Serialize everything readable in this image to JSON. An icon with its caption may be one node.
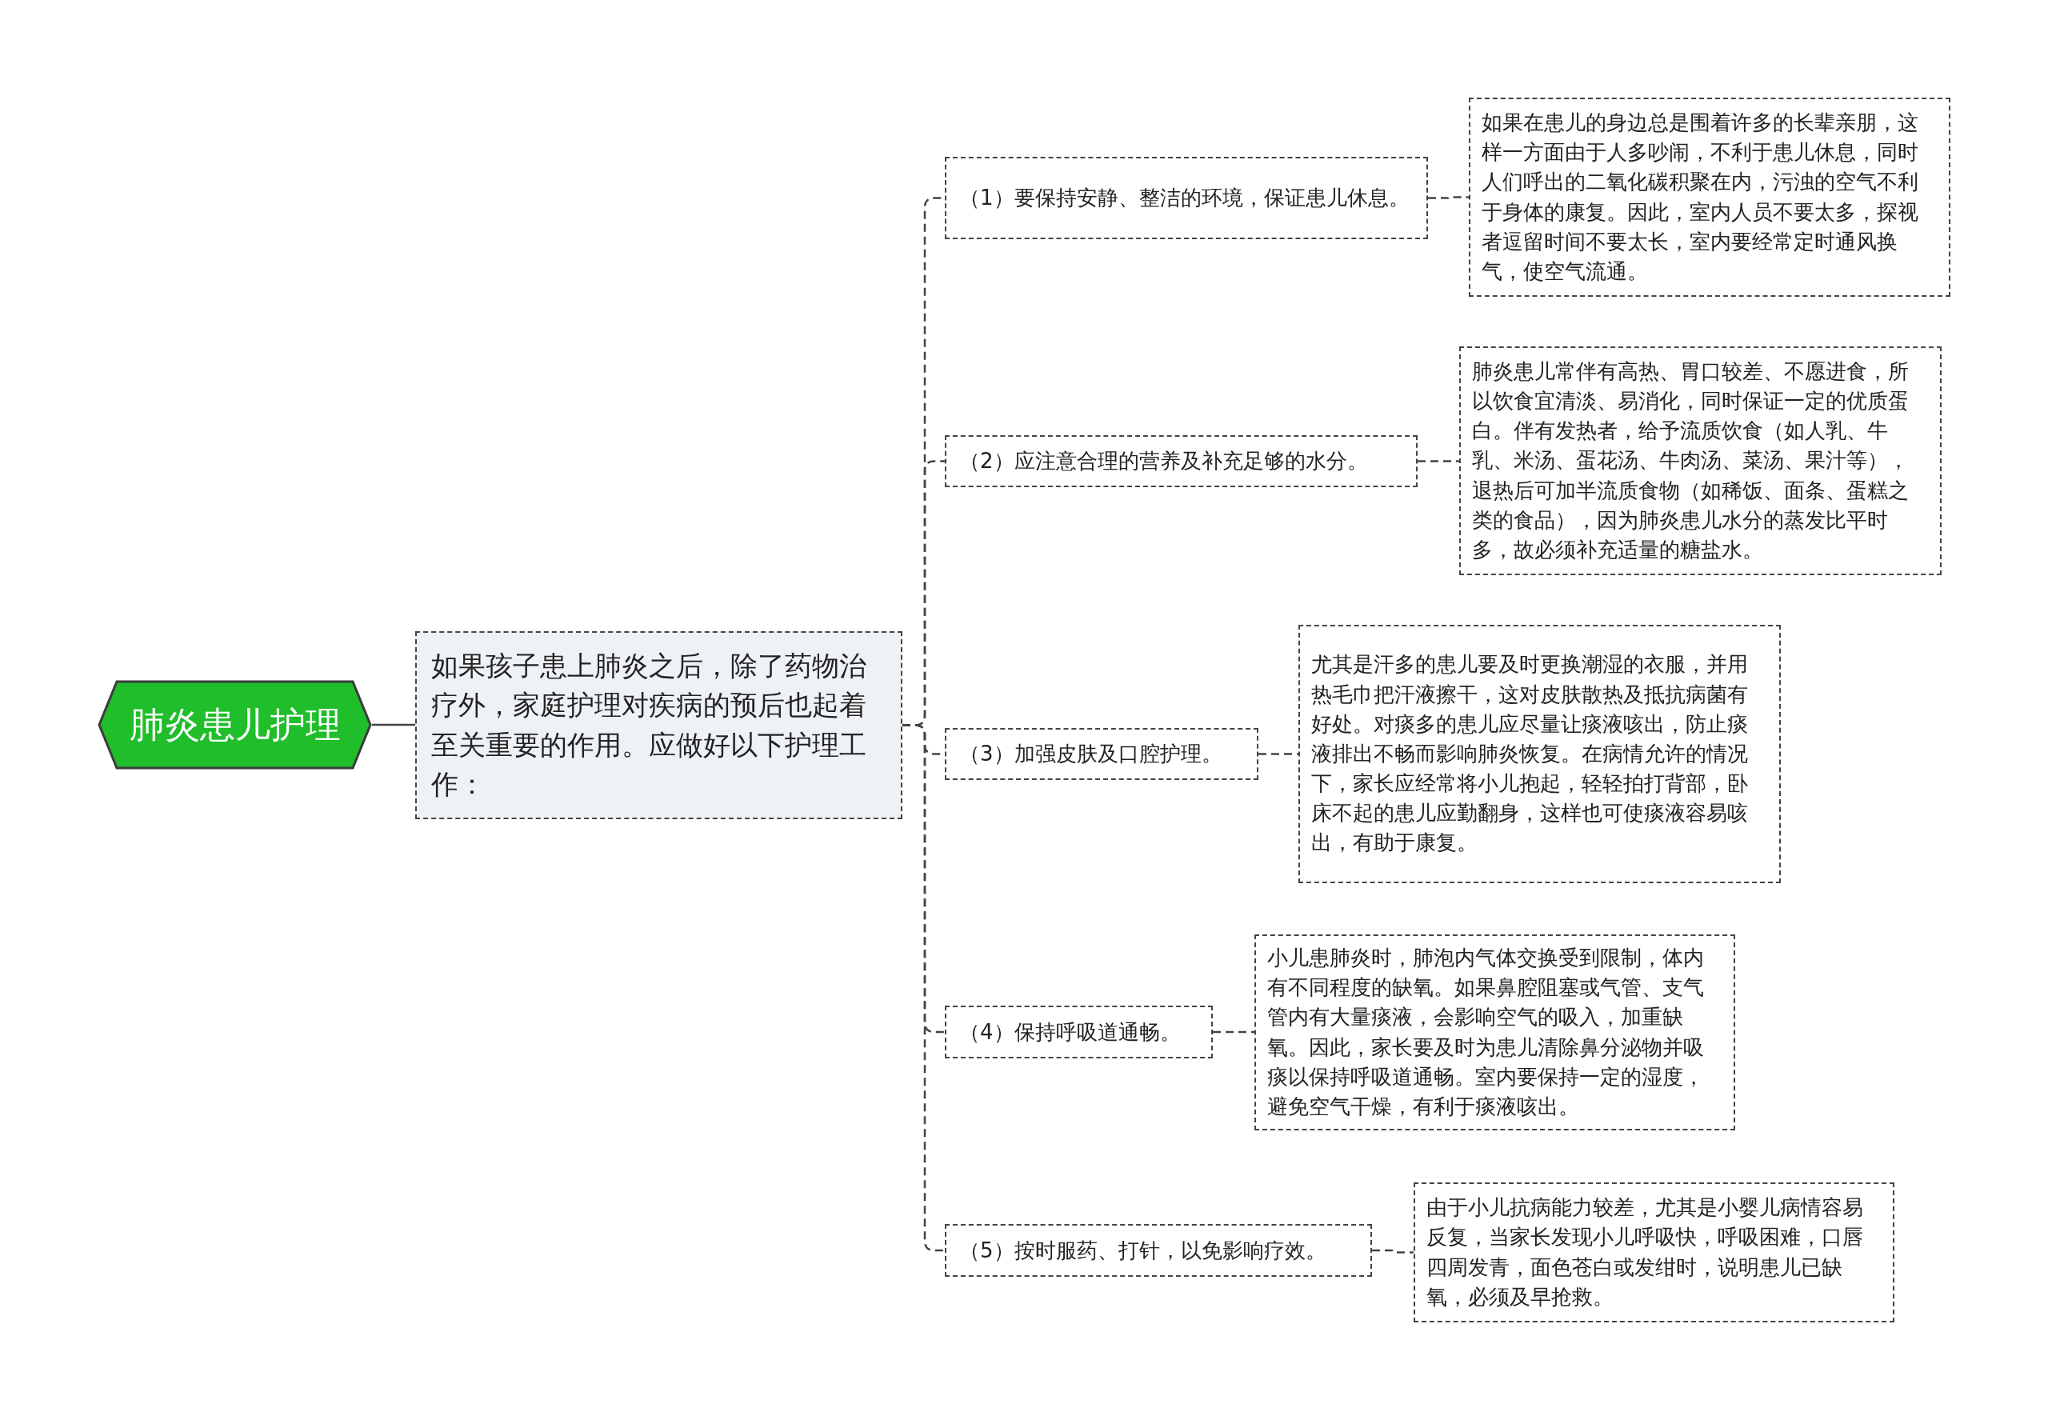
{
  "diagram": {
    "nodes": [
      {
        "text": [
          "肺炎患儿护理"
        ]
      },
      {
        "text": [
          "如果孩子患上肺炎之后，除了药物治疗外，家庭护理对疾病的预后也起着至关重要的作用。应做好以下护理工作："
        ]
      },
      {
        "text": [
          "（1）要保持安静、整洁的环境，保证患儿休息。"
        ]
      },
      {
        "text": [
          "如果在患儿的身边总是围着许多的长辈亲朋，这样一方面由于人多吵闹，不利于患儿休息，同时人们呼出的二氧化碳积聚在内，污浊的空气不利于身体的康复。因此，室内人员不要太多，探视者逗留时间不要太长，室内要经常定时通风换气，使空气流通。"
        ]
      },
      {
        "text": [
          "（2）应注意合理的营养及补充足够的水分。"
        ]
      },
      {
        "text": [
          "肺炎患儿常伴有高热、胃口较差、不愿进食，所以饮食宜清淡、易消化，同时保证一定的优质蛋白。伴有发热者，给予流质饮食（如人乳、牛乳、米汤、蛋花汤、牛肉汤、菜汤、果汁等），退热后可加半流质食物（如稀饭、面条、蛋糕之类的食品），因为肺炎患儿水分的蒸发比平时多，故必须补充适量的糖盐水。"
        ]
      },
      {
        "text": [
          "（3）加强皮肤及口腔护理。"
        ]
      },
      {
        "text": [
          "尤其是汗多的患儿要及时更换潮湿的衣服，并用热毛巾把汗液擦干，这对皮肤散热及抵抗病菌有好处。对痰多的患儿应尽量让痰液咳出，防止痰液排出不畅而影响肺炎恢复。在病情允许的情况下，家长应经常将小儿抱起，轻轻拍打背部，卧床不起的患儿应勤翻身，这样也可使痰液容易咳出，有助于康复。"
        ]
      },
      {
        "text": [
          "（4）保持呼吸道通畅。"
        ]
      },
      {
        "text": [
          "小儿患肺炎时，肺泡内气体交换受到限制，体内有不同程度的缺氧。如果鼻腔阻塞或气管、支气管内有大量痰液，会影响空气的吸入，加重缺氧。因此，家长要及时为患儿清除鼻分泌物并吸痰以保持呼吸道通畅。室内要保持一定的湿度，避免空气干燥，有利于痰液咳出。"
        ]
      },
      {
        "text": [
          "（5）按时服药、打针，以免影响疗效。"
        ]
      },
      {
        "text": [
          "由于小儿抗病能力较差，尤其是小婴儿病情容易反复，当家长发现小儿呼吸快，呼吸困难，口唇四周发青，面色苍白或发绀时，说明患儿已缺氧，必须及早抢救。"
        ]
      }
    ],
    "edges": [
      {
        "from": 0,
        "to": 1,
        "arrow": "none"
      },
      {
        "from": 1,
        "to": 2,
        "arrow": "none",
        "style": "dashed"
      },
      {
        "from": 1,
        "to": 4,
        "arrow": "none",
        "style": "dashed"
      },
      {
        "from": 1,
        "to": 6,
        "arrow": "none",
        "style": "dashed"
      },
      {
        "from": 1,
        "to": 8,
        "arrow": "none",
        "style": "dashed"
      },
      {
        "from": 1,
        "to": 10,
        "arrow": "none",
        "style": "dashed"
      },
      {
        "from": 2,
        "to": 3,
        "arrow": "none",
        "style": "dashed"
      },
      {
        "from": 4,
        "to": 5,
        "arrow": "none",
        "style": "dashed"
      },
      {
        "from": 6,
        "to": 7,
        "arrow": "none",
        "style": "dashed"
      },
      {
        "from": 8,
        "to": 9,
        "arrow": "none",
        "style": "dashed"
      },
      {
        "from": 10,
        "to": 11,
        "arrow": "none",
        "style": "dashed"
      }
    ]
  }
}
